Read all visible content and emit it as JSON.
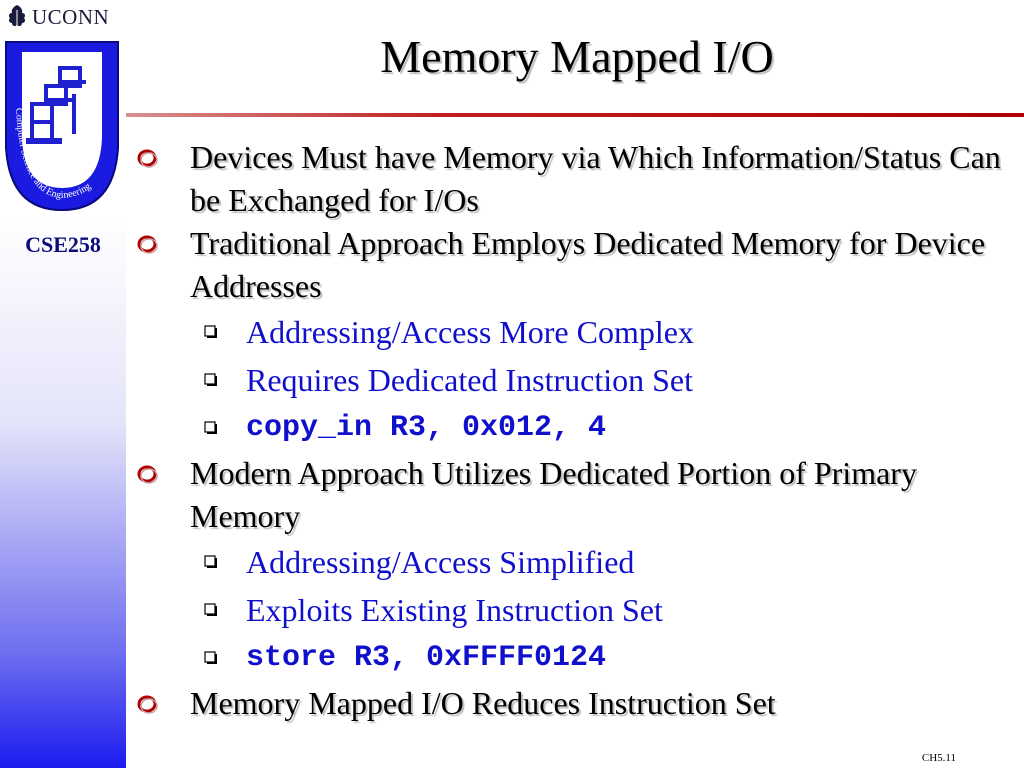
{
  "header": {
    "university": "UCONN",
    "course": "CSE258",
    "logo_ring_text": "Computer Science and Engineering"
  },
  "slide": {
    "title": "Memory Mapped I/O",
    "bullets": [
      {
        "level": 1,
        "text": "Devices Must have Memory via Which Information/Status Can be Exchanged for I/Os"
      },
      {
        "level": 1,
        "text": "Traditional Approach Employs Dedicated Memory for Device Addresses"
      },
      {
        "level": 2,
        "text": "Addressing/Access More Complex"
      },
      {
        "level": 2,
        "text": "Requires Dedicated Instruction Set"
      },
      {
        "level": 2,
        "text": "copy_in R3, 0x012, 4",
        "code": true
      },
      {
        "level": 1,
        "text": "Modern Approach Utilizes Dedicated Portion of Primary Memory"
      },
      {
        "level": 2,
        "text": "Addressing/Access Simplified"
      },
      {
        "level": 2,
        "text": "Exploits Existing Instruction Set"
      },
      {
        "level": 2,
        "text": "store R3, 0xFFFF0124",
        "code": true
      },
      {
        "level": 1,
        "text": "Memory Mapped I/O Reduces Instruction Set"
      }
    ]
  },
  "footer": {
    "page_label": "CH5.11"
  },
  "colors": {
    "level1_text": "#000000",
    "level2_text": "#1010cc",
    "rule": "#b00000",
    "bullet": "#b00000",
    "sidebar_bottom": "#1c1cf0"
  }
}
